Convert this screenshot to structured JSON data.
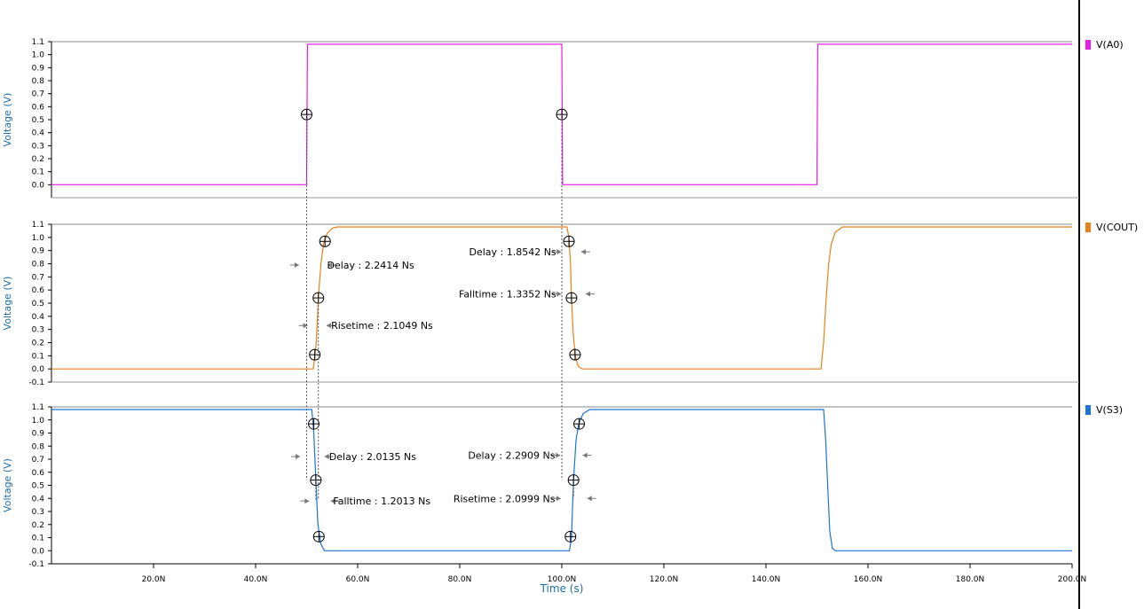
{
  "chart_data": {
    "type": "line",
    "x_axis": {
      "label": "Time (s)",
      "range": [
        0,
        200
      ],
      "ticks": [
        20,
        40,
        60,
        80,
        100,
        120,
        140,
        160,
        180,
        200
      ],
      "tick_labels": [
        "20.0N",
        "40.0N",
        "60.0N",
        "80.0N",
        "100.0N",
        "120.0N",
        "140.0N",
        "160.0N",
        "180.0N",
        "200.0N"
      ]
    },
    "panels": [
      {
        "id": "a0",
        "legend": "V(A0)",
        "color": "#e81be8",
        "ylabel": "Voltage (V)",
        "ylim": [
          -0.1,
          1.1
        ],
        "yticks": [
          0.0,
          0.1,
          0.2,
          0.3,
          0.4,
          0.5,
          0.6,
          0.7,
          0.8,
          0.9,
          1.0,
          1.1
        ],
        "ytick_labels": [
          "0.0",
          "0.1",
          "0.2",
          "0.3",
          "0.4",
          "0.5",
          "0.6",
          "0.7",
          "0.8",
          "0.9",
          "1.0",
          "1.1"
        ],
        "points": [
          [
            0,
            0
          ],
          [
            50,
            0
          ],
          [
            50.15,
            1.08
          ],
          [
            100,
            1.08
          ],
          [
            100.15,
            0
          ],
          [
            150,
            0
          ],
          [
            150.15,
            1.08
          ],
          [
            200,
            1.08
          ]
        ],
        "markers": [
          [
            50,
            0.54
          ],
          [
            100,
            0.54
          ]
        ],
        "annotations": []
      },
      {
        "id": "cout",
        "legend": "V(COUT)",
        "color": "#e8801b",
        "ylabel": "Voltage (V)",
        "ylim": [
          -0.1,
          1.1
        ],
        "yticks": [
          -0.1,
          0.0,
          0.1,
          0.2,
          0.3,
          0.4,
          0.5,
          0.6,
          0.7,
          0.8,
          0.9,
          1.0,
          1.1
        ],
        "ytick_labels": [
          "-0.1",
          "0.0",
          "0.1",
          "0.2",
          "0.3",
          "0.4",
          "0.5",
          "0.6",
          "0.7",
          "0.8",
          "0.9",
          "1.0",
          "1.1"
        ],
        "points": [
          [
            0,
            0
          ],
          [
            51.3,
            0
          ],
          [
            51.9,
            0.2
          ],
          [
            52.3,
            0.54
          ],
          [
            52.8,
            0.8
          ],
          [
            53.3,
            0.95
          ],
          [
            54,
            1.03
          ],
          [
            55,
            1.07
          ],
          [
            56,
            1.08
          ],
          [
            101,
            1.08
          ],
          [
            101.4,
            1.0
          ],
          [
            101.7,
            0.8
          ],
          [
            101.9,
            0.54
          ],
          [
            102.2,
            0.3
          ],
          [
            102.6,
            0.1
          ],
          [
            103.2,
            0.02
          ],
          [
            104,
            0
          ],
          [
            150.8,
            0
          ],
          [
            151.3,
            0.2
          ],
          [
            151.8,
            0.54
          ],
          [
            152.3,
            0.8
          ],
          [
            152.8,
            0.95
          ],
          [
            153.6,
            1.04
          ],
          [
            155,
            1.08
          ],
          [
            200,
            1.08
          ]
        ],
        "markers": [
          [
            51.6,
            0.108
          ],
          [
            52.3,
            0.54
          ],
          [
            53.6,
            0.97
          ],
          [
            101.4,
            0.97
          ],
          [
            101.9,
            0.54
          ],
          [
            102.6,
            0.108
          ]
        ],
        "annotations": [
          {
            "text": "Delay : 2.2414 Ns",
            "x": 54,
            "y": 0.79,
            "anchor": "start",
            "arrows": [
              [
                48.5,
                0.79,
                1
              ],
              [
                54.1,
                0.79,
                -1
              ]
            ]
          },
          {
            "text": "Risetime : 2.1049 Ns",
            "x": 54.8,
            "y": 0.33,
            "anchor": "start",
            "arrows": [
              [
                50.2,
                0.33,
                1
              ],
              [
                53.9,
                0.33,
                -1
              ]
            ]
          },
          {
            "text": "Delay : 1.8542 Ns",
            "x": 98.9,
            "y": 0.89,
            "anchor": "end",
            "arrows": [
              [
                99.9,
                0.89,
                1
              ],
              [
                103.8,
                0.89,
                -1
              ]
            ]
          },
          {
            "text": "Falltime : 1.3352 Ns",
            "x": 98.9,
            "y": 0.57,
            "anchor": "end",
            "arrows": [
              [
                99.9,
                0.57,
                1
              ],
              [
                104.7,
                0.57,
                -1
              ]
            ]
          }
        ]
      },
      {
        "id": "s3",
        "legend": "V(S3)",
        "color": "#1b74d9",
        "ylabel": "Voltage (V)",
        "ylim": [
          -0.1,
          1.1
        ],
        "yticks": [
          -0.1,
          0.0,
          0.1,
          0.2,
          0.3,
          0.4,
          0.5,
          0.6,
          0.7,
          0.8,
          0.9,
          1.0,
          1.1
        ],
        "ytick_labels": [
          "-0.1",
          "0.0",
          "0.1",
          "0.2",
          "0.3",
          "0.4",
          "0.5",
          "0.6",
          "0.7",
          "0.8",
          "0.9",
          "1.0",
          "1.1"
        ],
        "points": [
          [
            0,
            1.08
          ],
          [
            51,
            1.08
          ],
          [
            51.4,
            0.9
          ],
          [
            51.8,
            0.54
          ],
          [
            52.2,
            0.2
          ],
          [
            52.8,
            0.05
          ],
          [
            53.5,
            0
          ],
          [
            101.5,
            0
          ],
          [
            101.9,
            0.1
          ],
          [
            102.3,
            0.54
          ],
          [
            102.8,
            0.85
          ],
          [
            103.3,
            0.97
          ],
          [
            104.2,
            1.05
          ],
          [
            105.5,
            1.08
          ],
          [
            151.3,
            1.08
          ],
          [
            151.7,
            0.85
          ],
          [
            152.1,
            0.5
          ],
          [
            152.5,
            0.15
          ],
          [
            153,
            0.02
          ],
          [
            153.6,
            0
          ],
          [
            200,
            0
          ]
        ],
        "markers": [
          [
            51.4,
            0.97
          ],
          [
            51.8,
            0.54
          ],
          [
            52.4,
            0.108
          ],
          [
            101.7,
            0.108
          ],
          [
            102.3,
            0.54
          ],
          [
            103.4,
            0.97
          ]
        ],
        "annotations": [
          {
            "text": "Delay : 2.0135 Ns",
            "x": 54.4,
            "y": 0.72,
            "anchor": "start",
            "arrows": [
              [
                48.7,
                0.72,
                1
              ],
              [
                53.5,
                0.72,
                -1
              ]
            ]
          },
          {
            "text": "Falltime : 1.2013 Ns",
            "x": 55.2,
            "y": 0.38,
            "anchor": "start",
            "arrows": [
              [
                50.5,
                0.38,
                1
              ],
              [
                54.7,
                0.38,
                -1
              ]
            ]
          },
          {
            "text": "Delay : 2.2909 Ns",
            "x": 98.7,
            "y": 0.73,
            "anchor": "end",
            "arrows": [
              [
                99.7,
                0.73,
                1
              ],
              [
                104.1,
                0.73,
                -1
              ]
            ]
          },
          {
            "text": "Risetime : 2.0999 Ns",
            "x": 98.7,
            "y": 0.4,
            "anchor": "end",
            "arrows": [
              [
                99.8,
                0.4,
                1
              ],
              [
                105.0,
                0.4,
                -1
              ]
            ]
          }
        ]
      }
    ],
    "grid": false
  }
}
